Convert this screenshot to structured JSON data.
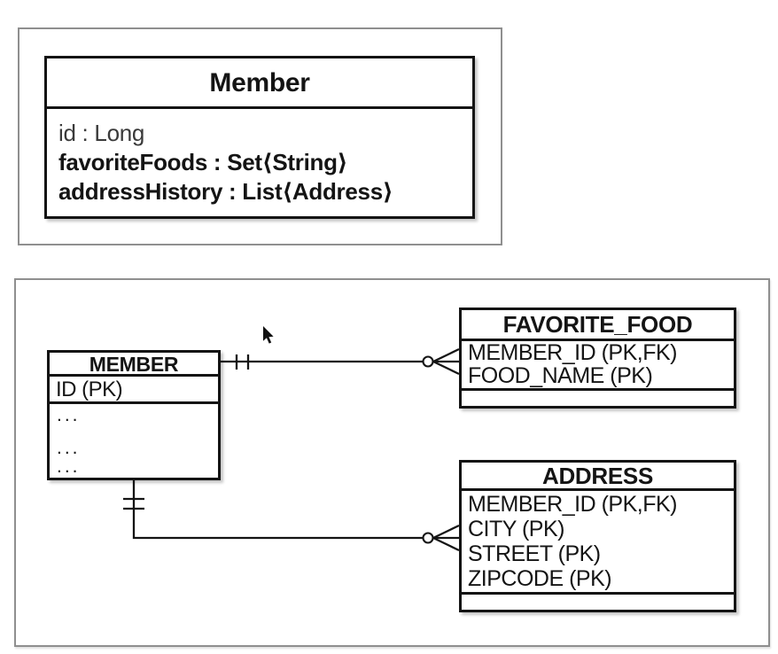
{
  "colors": {
    "background": "#ffffff",
    "panel_border": "#8f8f8f",
    "ink": "#141414",
    "muted_attribute": "#3a3a3a"
  },
  "uml_class": {
    "title": "Member",
    "attributes": [
      {
        "text": "id : Long",
        "style": "normal"
      },
      {
        "text": "favoriteFoods : Set⟨String⟩",
        "style": "bold"
      },
      {
        "text": "addressHistory : List⟨Address⟩",
        "style": "bold"
      }
    ]
  },
  "erd": {
    "member_table": {
      "name": "MEMBER",
      "key_row": "ID (PK)",
      "ellipsis_rows": [
        "...",
        "...",
        "..."
      ]
    },
    "favorite_food_table": {
      "name": "FAVORITE_FOOD",
      "rows": [
        "MEMBER_ID (PK,FK)",
        "FOOD_NAME (PK)"
      ]
    },
    "address_table": {
      "name": "ADDRESS",
      "rows": [
        "MEMBER_ID (PK,FK)",
        "CITY (PK)",
        "STREET (PK)",
        "ZIPCODE (PK)"
      ]
    },
    "relationships": [
      {
        "from": "MEMBER",
        "to": "FAVORITE_FOOD",
        "from_cardinality": "exactly-one",
        "to_cardinality": "zero-or-many"
      },
      {
        "from": "MEMBER",
        "to": "ADDRESS",
        "from_cardinality": "exactly-one",
        "to_cardinality": "zero-or-many"
      }
    ]
  }
}
